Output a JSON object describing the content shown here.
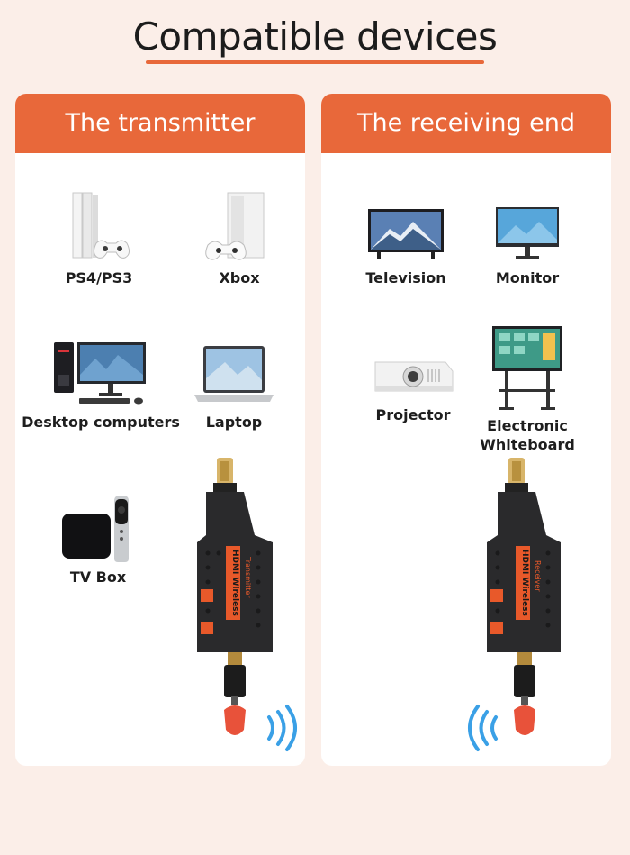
{
  "title": "Compatible devices",
  "colors": {
    "accent": "#e8683a",
    "background": "#fbeee8",
    "panel": "#ffffff",
    "signal": "#3aa0e6"
  },
  "transmitter": {
    "header": "The transmitter",
    "devices": [
      {
        "label": "PS4/PS3",
        "icon": "game-console-icon"
      },
      {
        "label": "Xbox",
        "icon": "game-console-icon"
      },
      {
        "label": "Desktop computers",
        "icon": "desktop-computer-icon"
      },
      {
        "label": "Laptop",
        "icon": "laptop-icon"
      },
      {
        "label": "TV Box",
        "icon": "tv-box-icon"
      }
    ],
    "dongle_label": "HDMI Wireless",
    "dongle_sublabel": "Transmitter"
  },
  "receiver": {
    "header": "The receiving end",
    "devices": [
      {
        "label": "Television",
        "icon": "television-icon"
      },
      {
        "label": "Monitor",
        "icon": "monitor-icon"
      },
      {
        "label": "Projector",
        "icon": "projector-icon"
      },
      {
        "label": "Electronic\nWhiteboard",
        "icon": "whiteboard-icon"
      }
    ],
    "dongle_label": "HDMI Wireless",
    "dongle_sublabel": "Receiver"
  }
}
